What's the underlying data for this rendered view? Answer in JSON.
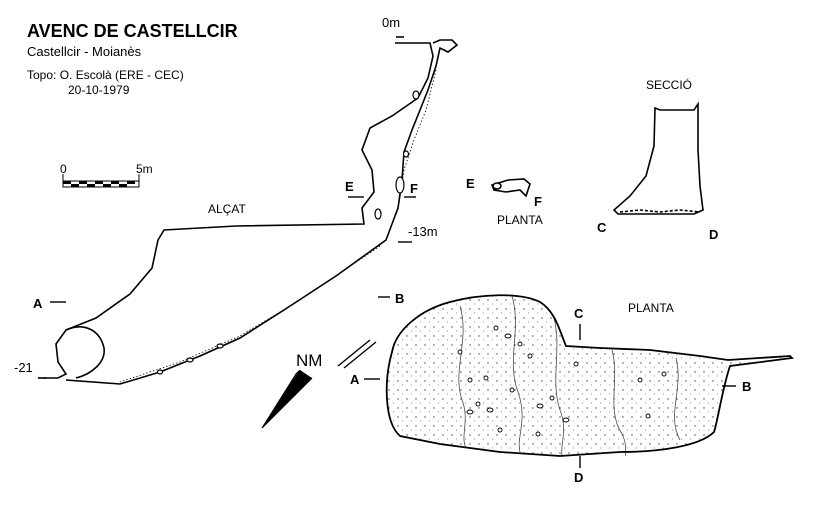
{
  "header": {
    "title": "AVENC DE CASTELLCIR",
    "location": "Castellcir - Moianès",
    "survey": "Topo: O. Escolà  (ERE - CEC)",
    "date": "20-10-1979"
  },
  "scale": {
    "start": "0",
    "end": "5m"
  },
  "elevation": {
    "label": "ALÇAT",
    "depth_top": "0m",
    "depth_mid": "-13m",
    "depth_bottom": "-21"
  },
  "markers": {
    "A": "A",
    "B": "B",
    "C": "C",
    "D": "D",
    "E": "E",
    "F": "F"
  },
  "section_top": {
    "label": "SECCIÓ"
  },
  "small_plan": {
    "label": "PLANTA"
  },
  "big_plan": {
    "label": "PLANTA"
  },
  "north": {
    "label": "NM"
  },
  "colors": {
    "ink": "#000000",
    "paper": "#ffffff",
    "fill_stipple": "#555555"
  }
}
